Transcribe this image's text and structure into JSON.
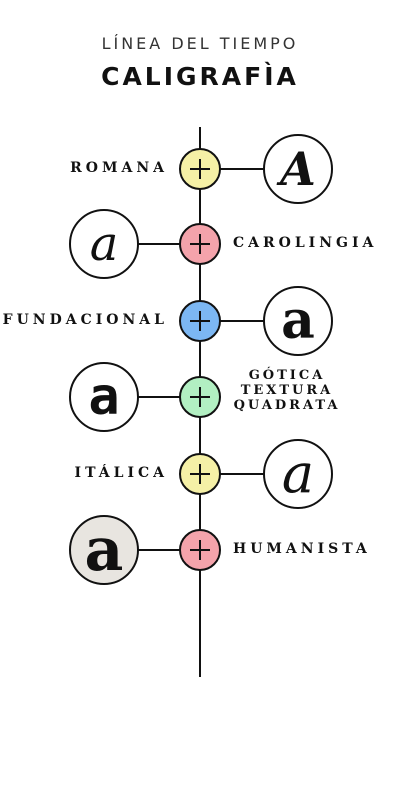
{
  "header": {
    "eyebrow": "LÍNEA DEL TIEMPO",
    "title": "CALIGRAFÌA"
  },
  "timeline": [
    {
      "label": "ROMANA",
      "side": "left",
      "color": "#f5f0a6",
      "glyph": "A"
    },
    {
      "label": "CAROLINGIA",
      "side": "right",
      "color": "#f4a3ab",
      "glyph": "a"
    },
    {
      "label": "FUNDACIONAL",
      "side": "left",
      "color": "#7cb7f3",
      "glyph": "a"
    },
    {
      "label_lines": [
        "GÓTICA",
        "TEXTURA",
        "QUADRATA"
      ],
      "side": "right",
      "color": "#b2efc2",
      "glyph": "a"
    },
    {
      "label": "ITÁLICA",
      "side": "left",
      "color": "#f5f0a6",
      "glyph": "a"
    },
    {
      "label": "HUMANISTA",
      "side": "right",
      "color": "#f4a3ab",
      "glyph": "a"
    }
  ]
}
